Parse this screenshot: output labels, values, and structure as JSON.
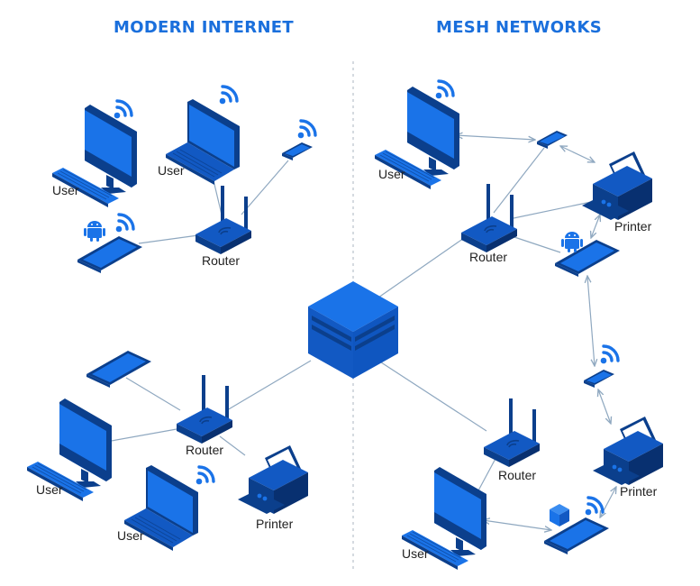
{
  "titles": {
    "left": "MODERN INTERNET",
    "right": "MESH NETWORKS"
  },
  "colors": {
    "title": "#1a6fdc",
    "device_light": "#1a73e8",
    "device_mid": "#1259c3",
    "device_dark": "#0b3f8c",
    "wifi": "#1a73e8",
    "link": "#8fa8c0",
    "divider": "#b9c2cc"
  },
  "hub": {
    "name": "internet-server",
    "icon": "server-cube-icon"
  },
  "sections": {
    "modern_top": {
      "router_label": "Router",
      "devices": [
        {
          "type": "desktop",
          "label": "User",
          "wifi": true
        },
        {
          "type": "laptop",
          "label": "User",
          "wifi": true
        },
        {
          "type": "phone",
          "label": "",
          "wifi": true
        },
        {
          "type": "tablet",
          "label": "",
          "wifi": true,
          "badge": "android-icon"
        }
      ]
    },
    "modern_bottom": {
      "router_label": "Router",
      "devices": [
        {
          "type": "tablet",
          "label": "",
          "wifi": false
        },
        {
          "type": "desktop",
          "label": "User",
          "wifi": false
        },
        {
          "type": "laptop",
          "label": "User",
          "wifi": true
        },
        {
          "type": "printer",
          "label": "Printer",
          "wifi": false
        }
      ]
    },
    "mesh_top": {
      "router_label": "Router",
      "devices": [
        {
          "type": "desktop",
          "label": "User",
          "wifi": true
        },
        {
          "type": "phone",
          "label": "",
          "wifi": false
        },
        {
          "type": "printer",
          "label": "Printer",
          "wifi": false
        },
        {
          "type": "tablet",
          "label": "",
          "wifi": false,
          "badge": "android-icon"
        }
      ]
    },
    "mesh_bottom": {
      "router_label": "Router",
      "devices": [
        {
          "type": "phone",
          "label": "",
          "wifi": true
        },
        {
          "type": "printer",
          "label": "Printer",
          "wifi": false
        },
        {
          "type": "desktop",
          "label": "User",
          "wifi": false
        },
        {
          "type": "tablet",
          "label": "",
          "wifi": true,
          "badge": "cube-icon"
        }
      ]
    }
  }
}
